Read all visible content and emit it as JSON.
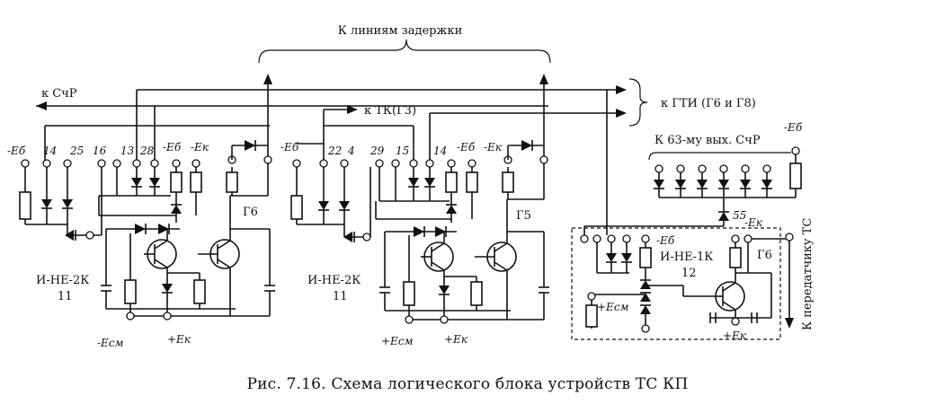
{
  "labels": {
    "to_delay_lines": "К линиям задержки",
    "to_schr": "к СчР",
    "to_gti": "к ГТИ (Г6 и Г8)",
    "to_tk": "к ТК(Г3)",
    "to_63rd_output": "К 63-му вых. СчР",
    "to_ts_transmitter": "К передатчику ТС",
    "block1_name": "И-НЕ-2К",
    "block1_ref": "11",
    "block2_name": "И-НЕ-2К",
    "block2_ref": "11",
    "block3_name": "И-НЕ-1К",
    "block3_ref": "12",
    "g6_a": "Г6",
    "g5": "Г5",
    "g6_b": "Г6",
    "pin_14a": "14",
    "pin_25": "25",
    "pin_16": "16",
    "pin_13": "13",
    "pin_28": "28",
    "pin_22": "22",
    "pin_4": "4",
    "pin_29": "29",
    "pin_15": "15",
    "pin_14b": "14",
    "pin_55": "55",
    "neg_eb_1": "-Eб",
    "neg_eb_2": "-Eб",
    "neg_ek_1": "-Eк",
    "neg_eb_3": "-Eб",
    "neg_eb_4": "-Eб",
    "neg_ek_2": "-Eк",
    "neg_eb_5": "-Eб",
    "neg_eb_6": "-Eб",
    "neg_ek_3": "-Eк",
    "neg_ecm_1": "-Eсм",
    "pos_ek_1": "+Eк",
    "pos_ecm_2": "+Eсм",
    "pos_ek_2": "+Eк",
    "pos_ecm_3": "+Eсм",
    "pos_ek_3": "+Eк"
  },
  "caption": "Рис. 7.16. Схема логического блока устройств ТС КП"
}
